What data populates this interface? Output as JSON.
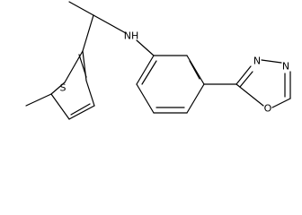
{
  "molecule": {
    "atoms": {
      "nh": "NH",
      "s": "S",
      "n3": "N",
      "n4": "N",
      "o": "O"
    },
    "colors": {
      "bond": "#000000",
      "text": "#000000",
      "background": "#ffffff"
    }
  }
}
